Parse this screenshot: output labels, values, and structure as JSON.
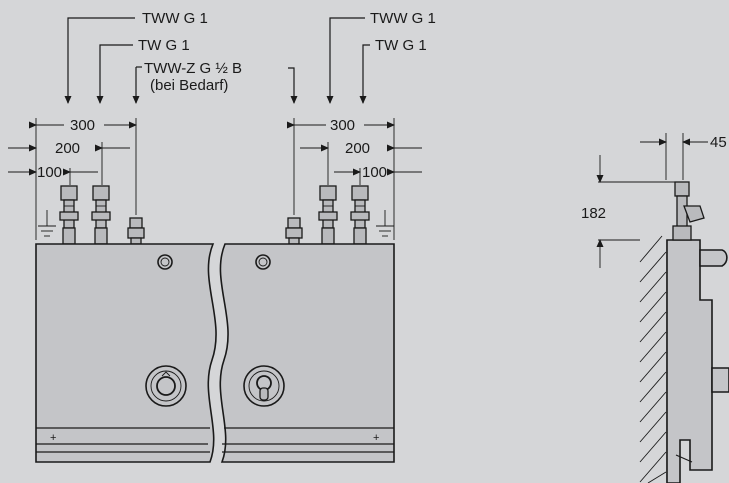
{
  "labels": {
    "left_tww": "TWW G 1",
    "left_tw": "TW G 1",
    "left_twwz": "TWW-Z G ½ B",
    "left_twwz_note": "(bei Bedarf)",
    "right_tww": "TWW G 1",
    "right_tw": "TW G 1"
  },
  "dimensions": {
    "left_300": "300",
    "left_200": "200",
    "left_100": "100",
    "right_300": "300",
    "right_200": "200",
    "right_100": "100",
    "side_45": "45",
    "side_182": "182"
  }
}
